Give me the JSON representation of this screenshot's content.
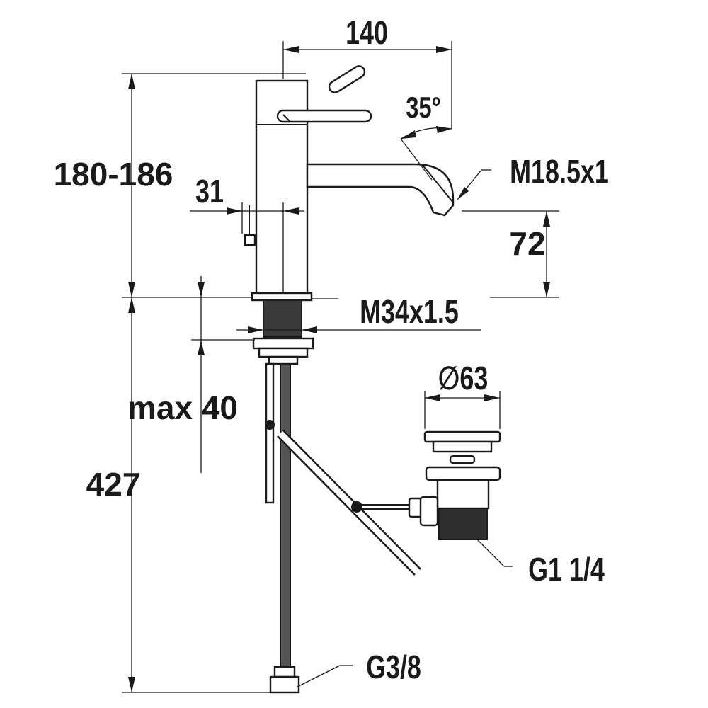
{
  "dimensions": {
    "width_total": "140",
    "height_range": "180-186",
    "spout_angle": "35°",
    "aerator_thread": "M18.5x1",
    "lever_offset": "31",
    "spout_clearance": "72",
    "mounting_thread": "M34x1.5",
    "max_deck_thickness": "max 40",
    "hose_length": "427",
    "waste_diameter": "∅63",
    "waste_thread": "G1 1/4",
    "supply_thread": "G3/8"
  },
  "colors": {
    "line": "#1a1a1a",
    "background": "#ffffff"
  }
}
